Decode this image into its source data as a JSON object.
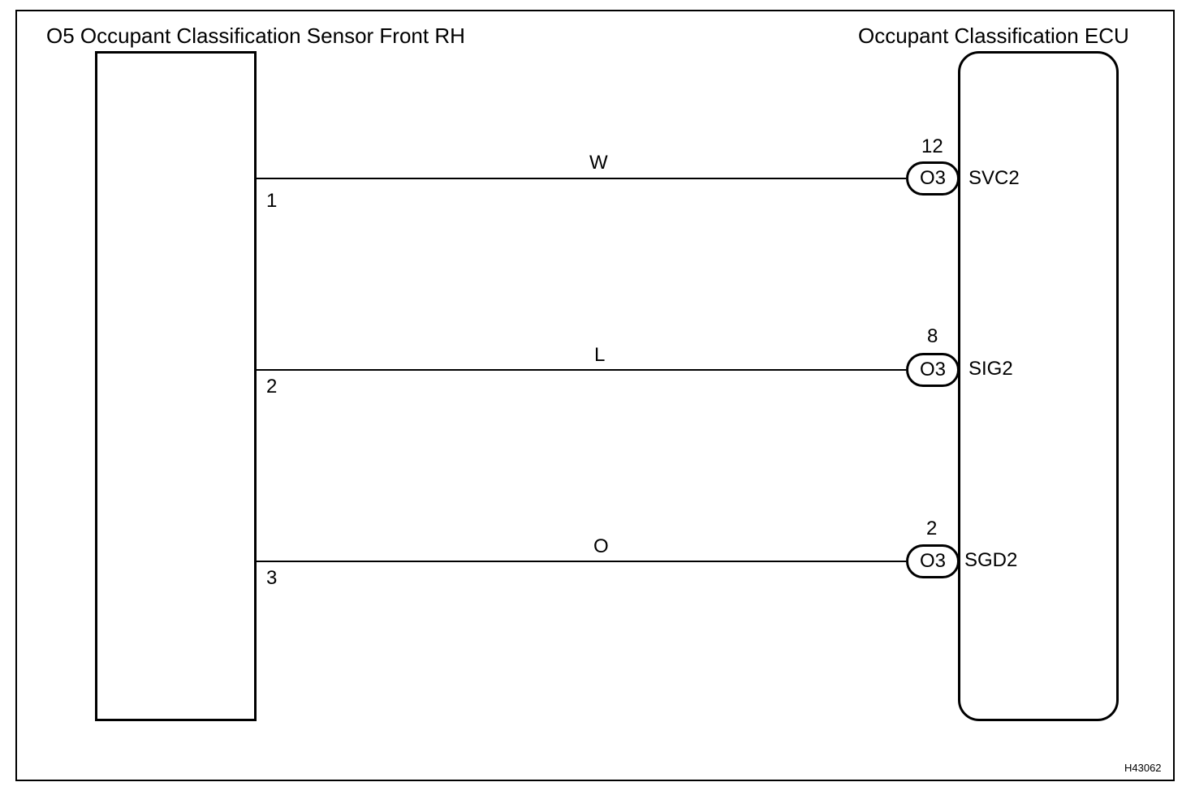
{
  "sensor": {
    "title": "O5 Occupant Classification Sensor Front RH"
  },
  "ecu": {
    "title": "Occupant Classification ECU"
  },
  "wires": [
    {
      "pin": "1",
      "color": "W",
      "connector": "O3",
      "ecu_pin": "12",
      "signal": "SVC2"
    },
    {
      "pin": "2",
      "color": "L",
      "connector": "O3",
      "ecu_pin": "8",
      "signal": "SIG2"
    },
    {
      "pin": "3",
      "color": "O",
      "connector": "O3",
      "ecu_pin": "2",
      "signal": "SGD2"
    }
  ],
  "figure_id": "H43062"
}
